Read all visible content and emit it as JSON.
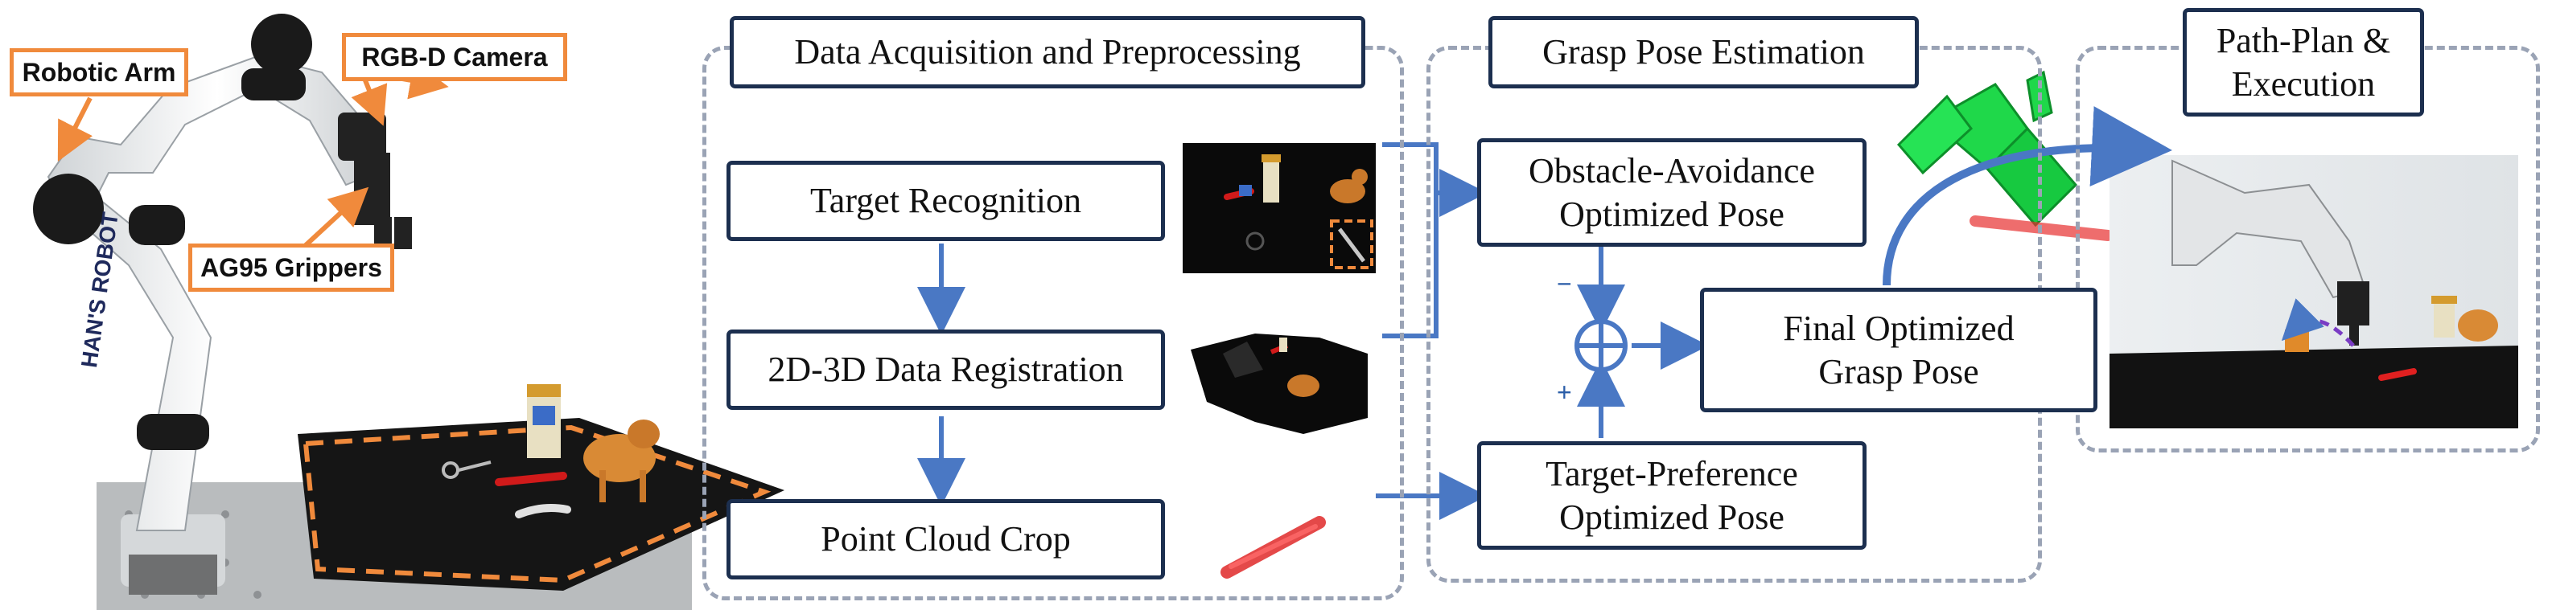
{
  "robot_labels": {
    "arm": "Robotic Arm",
    "camera": "RGB-D  Camera",
    "gripper": "AG95 Grippers",
    "brand": "HAN'S ROBOT"
  },
  "stage_titles": {
    "acquisition": "Data Acquisition and Preprocessing",
    "grasp": "Grasp Pose Estimation",
    "path": "Path-Plan &\nExecution"
  },
  "boxes": {
    "target_recognition": "Target Recognition",
    "registration": "2D-3D Data Registration",
    "point_cloud_crop": "Point Cloud Crop",
    "obstacle_pose": "Obstacle-Avoidance\nOptimized Pose",
    "final_pose": "Final Optimized\nGrasp Pose",
    "preference_pose": "Target-Preference\nOptimized Pose"
  },
  "signs": {
    "minus": "−",
    "plus": "+"
  },
  "colors": {
    "box_border": "#1c2f4f",
    "arrow": "#4a78c4",
    "callout_border": "#f08a3c",
    "group_border": "#9aa3b5"
  }
}
